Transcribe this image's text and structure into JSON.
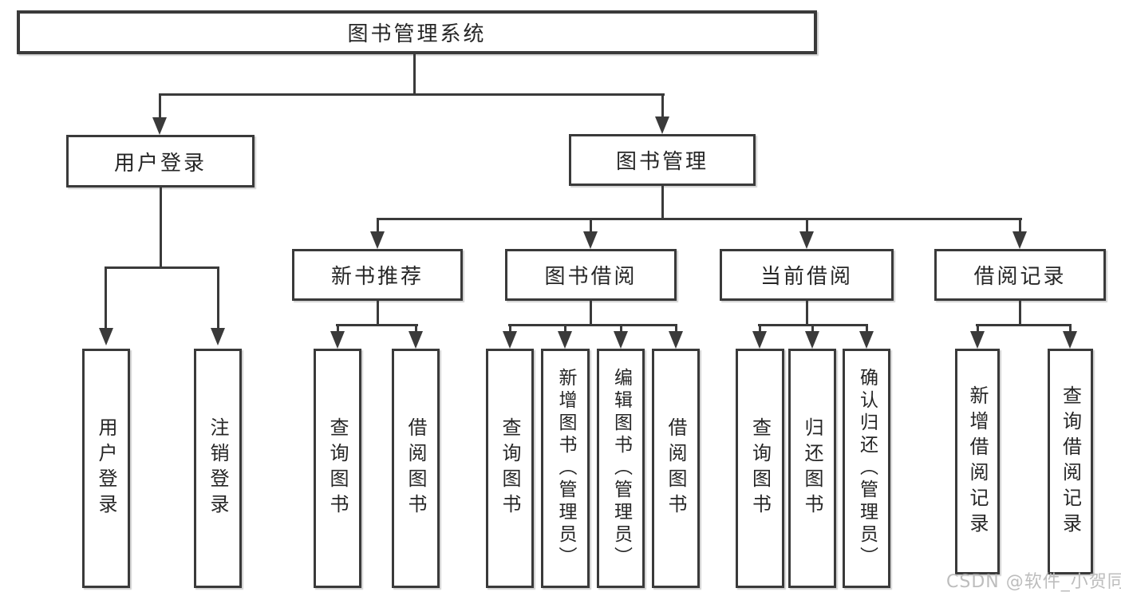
{
  "diagram": {
    "type": "hierarchy-tree",
    "line_color": "#3a3a3a",
    "box_border_color": "#3a3a3a",
    "text_color": "#262626",
    "background_color": "#ffffff",
    "nodes": {
      "root": {
        "label": "图书管理系统"
      },
      "user_login": {
        "label": "用户登录"
      },
      "book_management": {
        "label": "图书管理"
      },
      "new_book_recommend": {
        "label": "新书推荐"
      },
      "book_borrow": {
        "label": "图书借阅"
      },
      "current_borrow": {
        "label": "当前借阅"
      },
      "borrow_records": {
        "label": "借阅记录"
      },
      "leaf_user_login": {
        "label": "用户登录"
      },
      "leaf_logout": {
        "label": "注销登录"
      },
      "leaf_query_books_a": {
        "label": "查询图书"
      },
      "leaf_borrow_books_a": {
        "label": "借阅图书"
      },
      "leaf_query_books_b": {
        "label": "查询图书"
      },
      "leaf_add_book": {
        "label": "新增图书（管理员）"
      },
      "leaf_edit_book": {
        "label": "编辑图书（管理员）"
      },
      "leaf_borrow_books_b": {
        "label": "借阅图书"
      },
      "leaf_query_books_c": {
        "label": "查询图书"
      },
      "leaf_return_book": {
        "label": "归还图书"
      },
      "leaf_confirm_return": {
        "label": "确认归还（管理员）"
      },
      "leaf_add_borrow_record": {
        "label": "新增借阅记录"
      },
      "leaf_query_borrow_record": {
        "label": "查询借阅记录"
      }
    },
    "hierarchy": {
      "图书管理系统": {
        "用户登录": [
          "用户登录",
          "注销登录"
        ],
        "图书管理": {
          "新书推荐": [
            "查询图书",
            "借阅图书"
          ],
          "图书借阅": [
            "查询图书",
            "新增图书（管理员）",
            "编辑图书（管理员）",
            "借阅图书"
          ],
          "当前借阅": [
            "查询图书",
            "归还图书",
            "确认归还（管理员）"
          ],
          "借阅记录": [
            "新增借阅记录",
            "查询借阅记录"
          ]
        }
      }
    },
    "watermark": {
      "text": "CSDN @软件_小贺同学",
      "color": "#bdbdbd"
    }
  }
}
